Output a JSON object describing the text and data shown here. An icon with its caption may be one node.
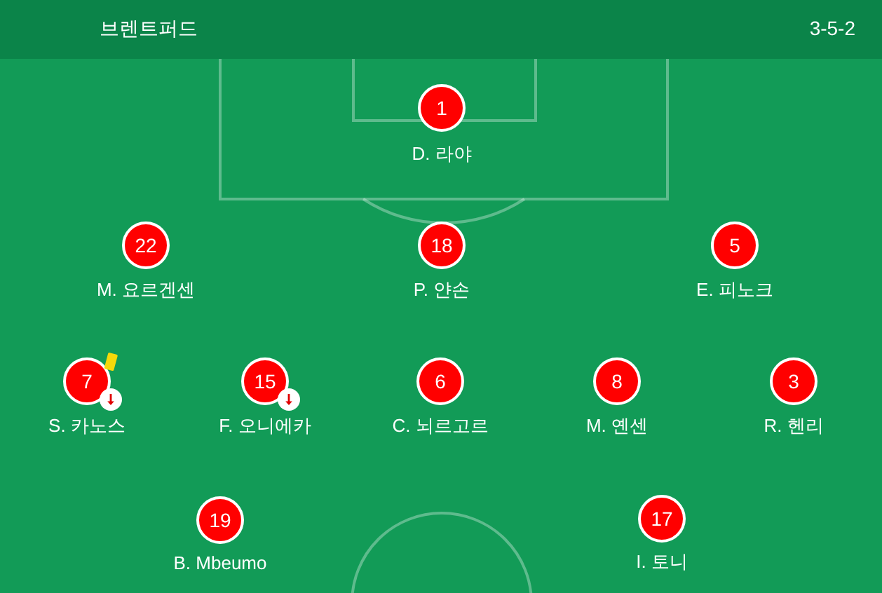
{
  "diagram": {
    "title": "브렌트퍼드",
    "nodes": [
      {
        "text": [
          "1"
        ],
        "beside": [
          "D. 라야"
        ]
      },
      {
        "text": [
          "22"
        ],
        "beside": [
          "M. 요르겐센"
        ]
      },
      {
        "text": [
          "18"
        ],
        "beside": [
          "P. 얀손"
        ]
      },
      {
        "text": [
          "5"
        ],
        "beside": [
          "E. 피노크"
        ]
      },
      {
        "text": [
          "7"
        ],
        "beside": [
          "S. 카노스"
        ]
      },
      {
        "text": [
          "15"
        ],
        "beside": [
          "F. 오니에카"
        ]
      },
      {
        "text": [
          "6"
        ],
        "beside": [
          "C. 뇌르고르"
        ]
      },
      {
        "text": [
          "8"
        ],
        "beside": [
          "M. 옌센"
        ]
      },
      {
        "text": [
          "3"
        ],
        "beside": [
          "R. 헨리"
        ]
      },
      {
        "text": [
          "19"
        ],
        "beside": [
          "B. Mbeumo"
        ]
      },
      {
        "text": [
          "17"
        ],
        "beside": [
          "I. 토니"
        ]
      }
    ],
    "labels": [
      "3-5-2"
    ]
  }
}
